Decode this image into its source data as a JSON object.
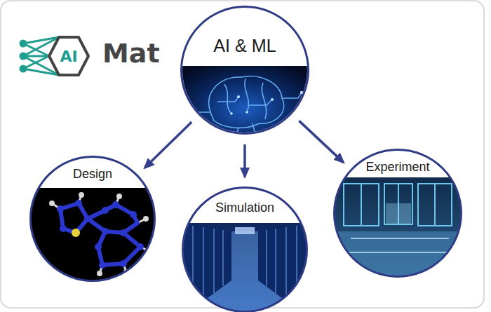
{
  "diagram": {
    "nodes": [
      {
        "text": [
          "AI"
        ]
      },
      {
        "text": [
          "AI & ML"
        ]
      },
      {
        "text": [
          "Design"
        ]
      },
      {
        "text": [
          "Simulation"
        ]
      },
      {
        "text": [
          "Experiment"
        ]
      }
    ],
    "edges": [
      {
        "from": 1,
        "to": 2,
        "arrow": "to"
      },
      {
        "from": 1,
        "to": 3,
        "arrow": "to"
      },
      {
        "from": 1,
        "to": 4,
        "arrow": "to"
      }
    ],
    "labels": [
      "Mat"
    ]
  }
}
